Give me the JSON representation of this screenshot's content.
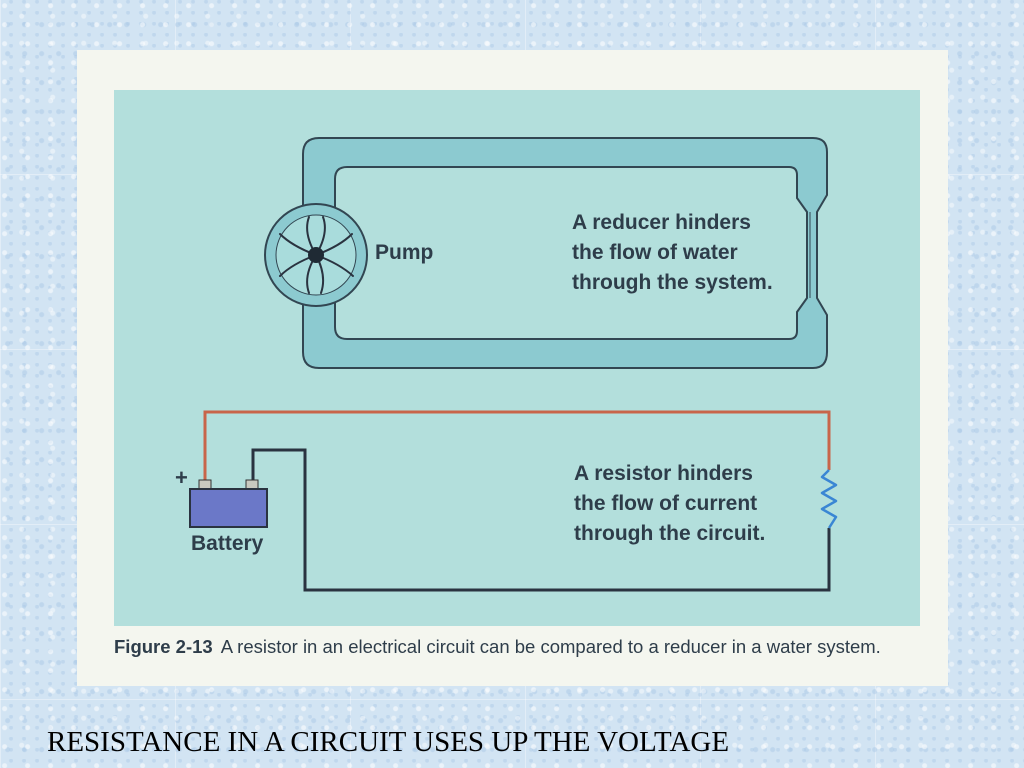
{
  "slide": {
    "title": "RESISTANCE IN A CIRCUIT USES UP THE VOLTAGE"
  },
  "figure": {
    "water_caption": "A reducer hinders\nthe flow of water\nthrough the system.",
    "pump_label": "Pump",
    "circuit_caption": "A resistor hinders\nthe flow of current\nthrough the circuit.",
    "battery_label": "Battery",
    "plus_sign": "+",
    "caption_number": "Figure 2-13",
    "caption_text": "A resistor in an electrical circuit can be compared to a reducer in a water system."
  },
  "colors": {
    "panel_fill": "#b3dfdc",
    "pipe_fill": "#8ccad0",
    "pipe_outline": "#324652",
    "positive_wire": "#c8654a",
    "negative_wire": "#2a3340",
    "resistor": "#3a86d4",
    "battery_body": "#6b78c8"
  },
  "icons": [
    "pump-icon",
    "reducer-icon",
    "battery-icon",
    "resistor-icon"
  ]
}
